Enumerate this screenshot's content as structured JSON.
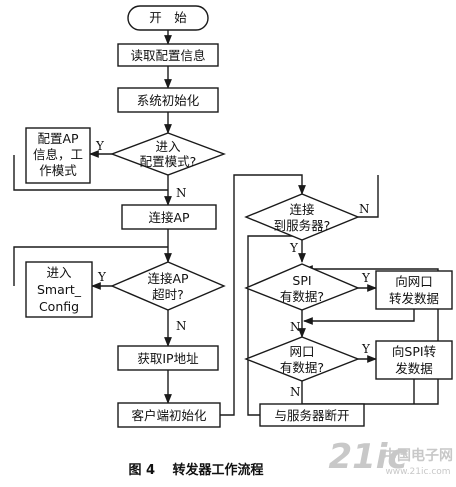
{
  "nodes": {
    "start": "开　始",
    "read_config": "读取配置信息",
    "sys_init": "系统初始化",
    "config_ap": [
      "配置AP",
      "信息，工",
      "作模式"
    ],
    "enter_config": [
      "进入",
      "配置模式?"
    ],
    "connect_ap": "连接AP",
    "smartconfig": [
      "进入",
      "Smart_",
      "Config"
    ],
    "ap_timeout": [
      "连接AP",
      "超时?"
    ],
    "get_ip": "获取IP地址",
    "client_init": "客户端初始化",
    "server_conn": [
      "连接",
      "到服务器?"
    ],
    "spi_data": [
      "SPI",
      "有数据?"
    ],
    "to_net": [
      "向网口",
      "转发数据"
    ],
    "net_data": [
      "网口",
      "有数据?"
    ],
    "to_spi": [
      "向SPI转",
      "发数据"
    ],
    "disconnect": "与服务器断开"
  },
  "edge_labels": {
    "yes": "Y",
    "no": "N"
  },
  "caption": "图 4　 转发器工作流程",
  "watermark": {
    "logo": "21ic",
    "name": "中国电子网",
    "url": "www.21ic.com"
  },
  "colors": {
    "line": "#1a1a1a",
    "watermark": "#c8c8c8"
  }
}
